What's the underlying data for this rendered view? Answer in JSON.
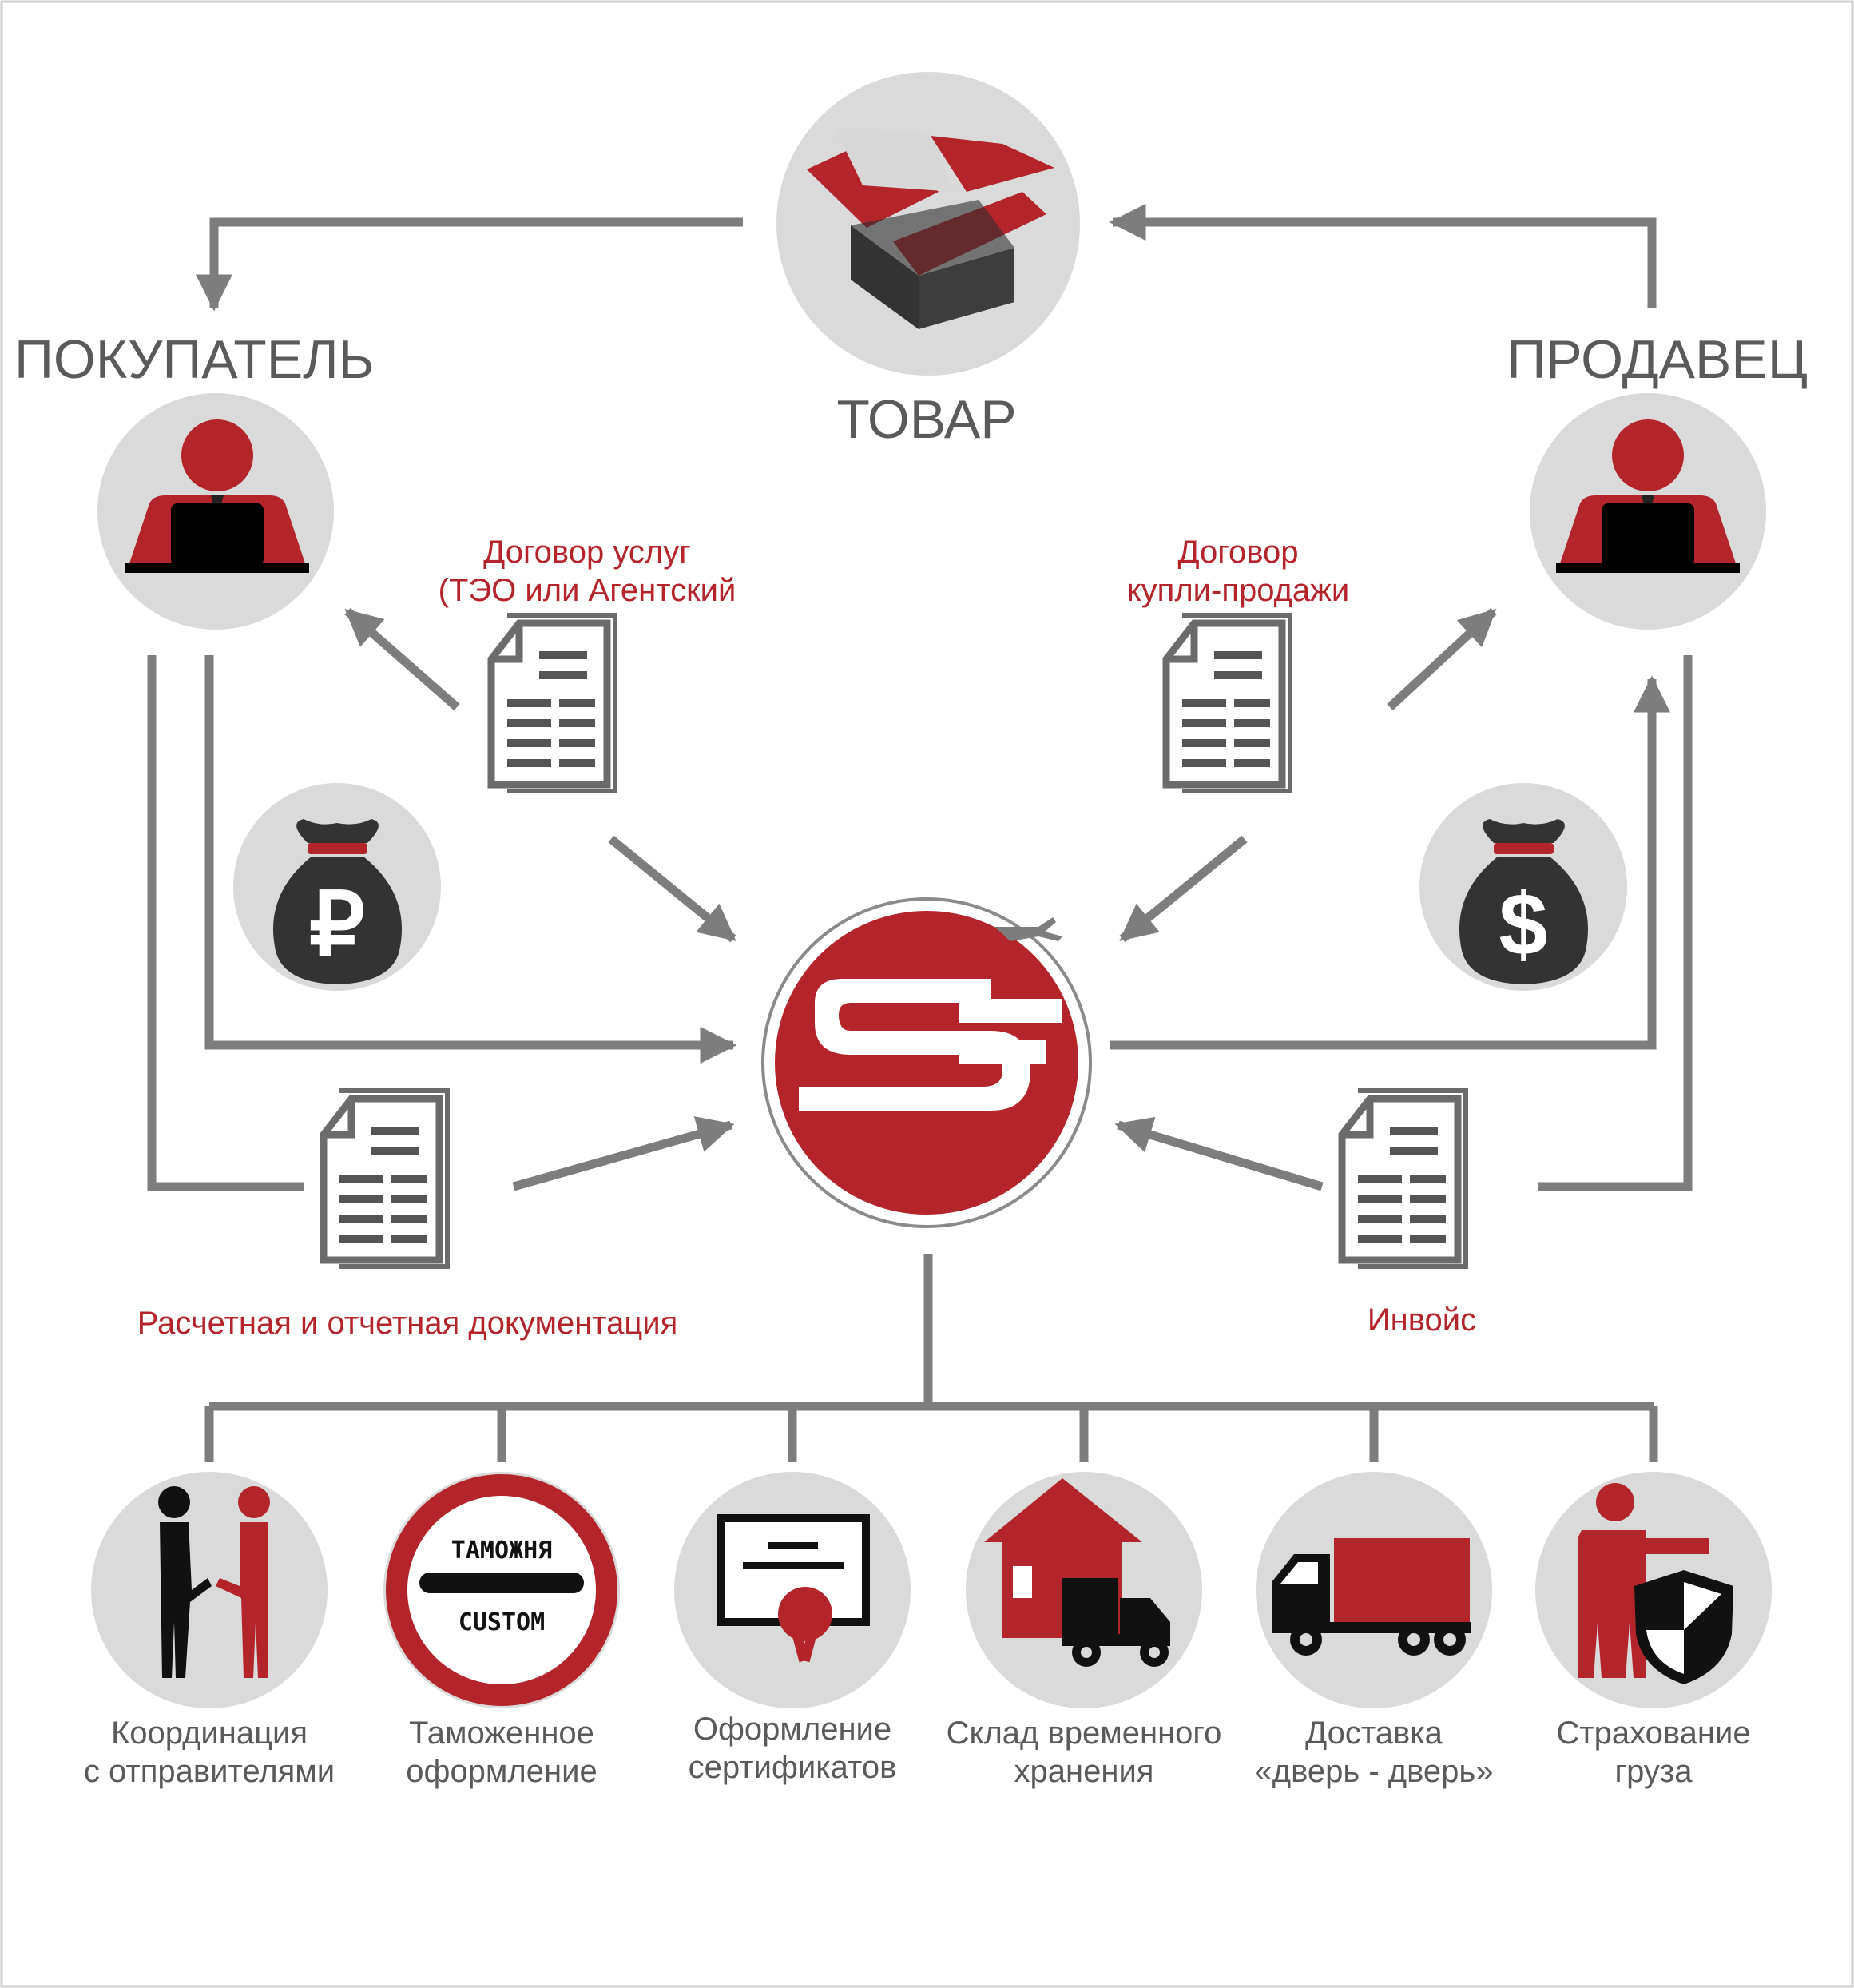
{
  "nodes": {
    "product": "ТОВАР",
    "buyer": "ПОКУПАТЕЛЬ",
    "seller": "ПРОДАВЕЦ"
  },
  "documents": {
    "service_contract": [
      "Договор услуг",
      "(ТЭО или Агентский"
    ],
    "sale_contract": [
      "Договор",
      "купли-продажи"
    ],
    "settlement_docs": "Расчетная и отчетная документация",
    "invoice": "Инвойс"
  },
  "customs_sign": {
    "top": "ТАМОЖНЯ",
    "bottom": "CUSTOM"
  },
  "services": [
    {
      "line1": "Координация",
      "line2": "с отправителями",
      "icon": "handshake-icon"
    },
    {
      "line1": "Таможенное",
      "line2": "оформление",
      "icon": "customs-sign-icon"
    },
    {
      "line1": "Оформление",
      "line2": "сертификатов",
      "icon": "certificate-icon"
    },
    {
      "line1": "Склад временного",
      "line2": "хранения",
      "icon": "warehouse-icon"
    },
    {
      "line1": "Доставка",
      "line2": "«дверь - дверь»",
      "icon": "truck-icon"
    },
    {
      "line1": "Страхование",
      "line2": "груза",
      "icon": "insurance-icon"
    }
  ],
  "colors": {
    "accent": "#b3252b",
    "arrow": "#7d7d7d",
    "circle": "#dadada",
    "dark": "#333333",
    "text": "#5a5a5a"
  }
}
